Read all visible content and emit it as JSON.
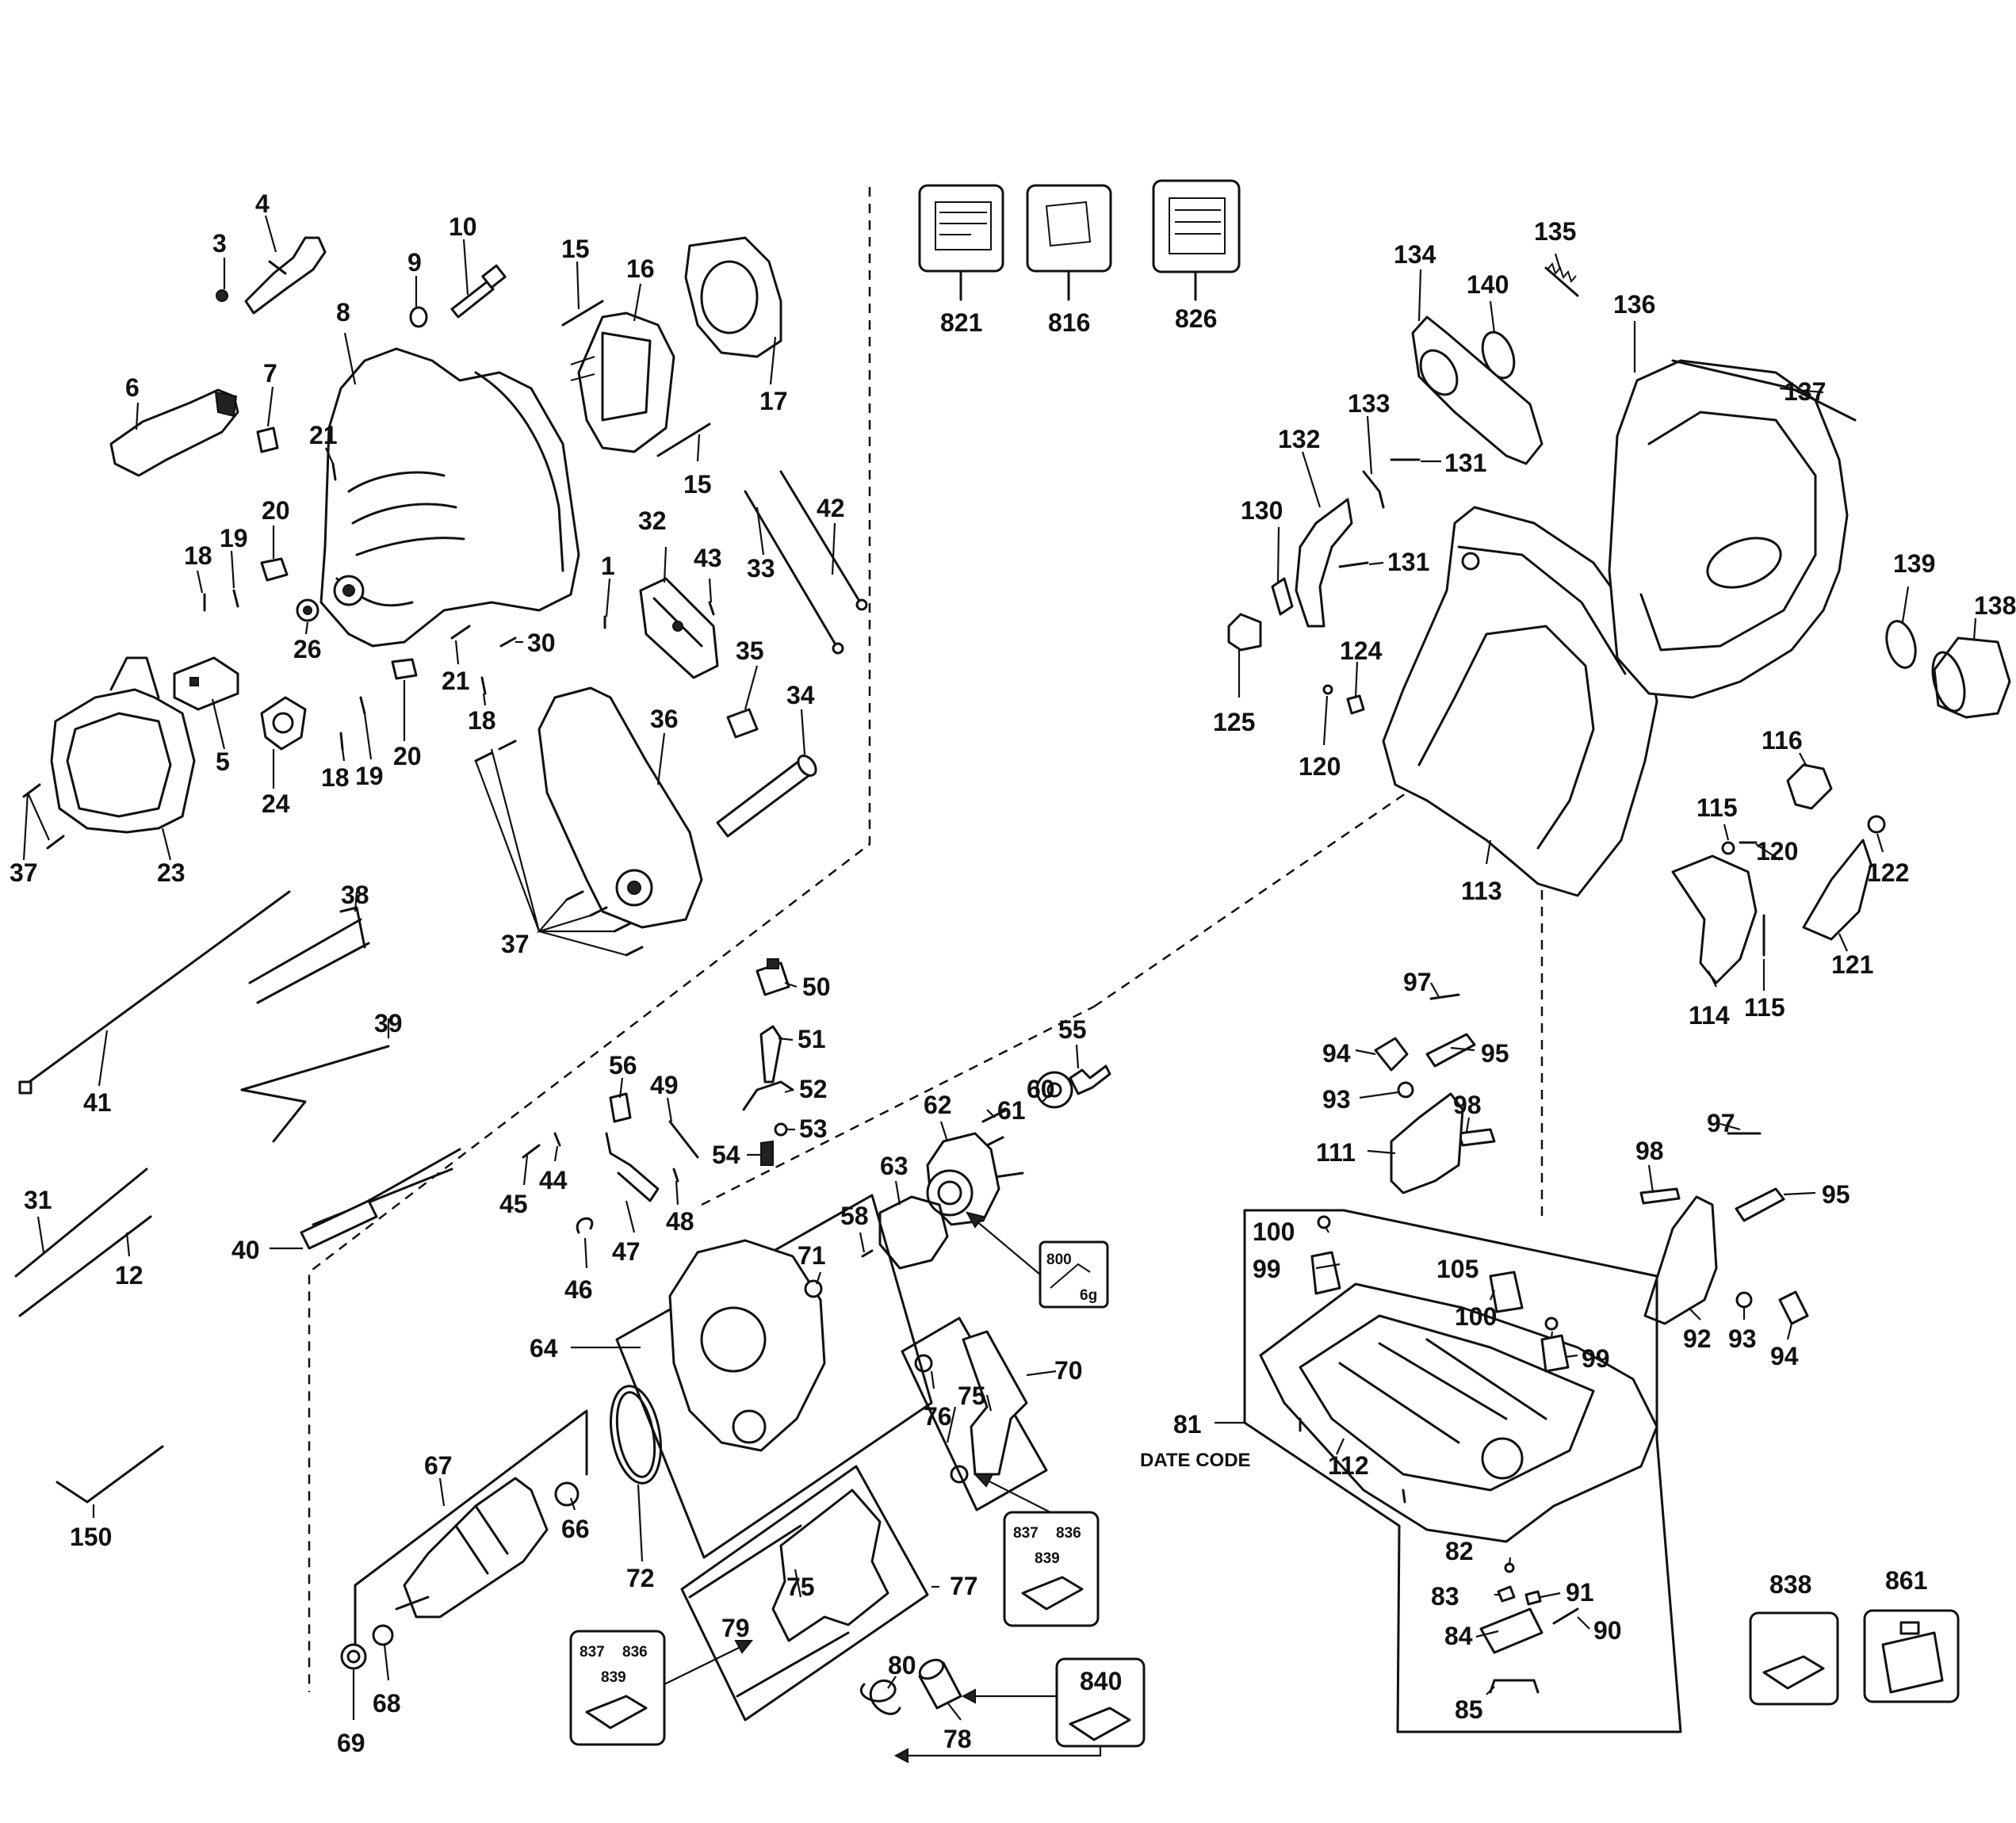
{
  "diagram": {
    "labels": {
      "p3": "3",
      "p4": "4",
      "p6": "6",
      "p7": "7",
      "p8": "8",
      "p9": "9",
      "p10": "10",
      "p15a": "15",
      "p15b": "15",
      "p16": "16",
      "p17": "17",
      "p18a": "18",
      "p18b": "18",
      "p18c": "18",
      "p19a": "19",
      "p19b": "19",
      "p20a": "20",
      "p20b": "20",
      "p21a": "21",
      "p21b": "21",
      "p1": "1",
      "p5": "5",
      "p23": "23",
      "p24": "24",
      "p26": "26",
      "p30": "30",
      "p32": "32",
      "p33": "33",
      "p34": "34",
      "p35": "35",
      "p36": "36",
      "p37a": "37",
      "p37b": "37",
      "p42": "42",
      "p43": "43",
      "p38": "38",
      "p39": "39",
      "p40": "40",
      "p41": "41",
      "p31": "31",
      "p12": "12",
      "p150": "150",
      "p44": "44",
      "p45": "45",
      "p46": "46",
      "p47": "47",
      "p48": "48",
      "p49": "49",
      "p50": "50",
      "p51": "51",
      "p52": "52",
      "p53": "53",
      "p54": "54",
      "p55": "55",
      "p56": "56",
      "p58": "58",
      "p60": "60",
      "p61": "61",
      "p62": "62",
      "p63": "63",
      "p64": "64",
      "p66": "66",
      "p67": "67",
      "p68": "68",
      "p69": "69",
      "p70": "70",
      "p71": "71",
      "p72": "72",
      "p75a": "75",
      "p75b": "75",
      "p76": "76",
      "p77": "77",
      "p78": "78",
      "p79": "79",
      "p80": "80",
      "p81": "81",
      "date_code": "DATE CODE",
      "p82": "82",
      "p83": "83",
      "p84": "84",
      "p85": "85",
      "p90": "90",
      "p91": "91",
      "p92": "92",
      "p93a": "93",
      "p93b": "93",
      "p94a": "94",
      "p94b": "94",
      "p95a": "95",
      "p95b": "95",
      "p97a": "97",
      "p97b": "97",
      "p98a": "98",
      "p98b": "98",
      "p99a": "99",
      "p99b": "99",
      "p100a": "100",
      "p100b": "100",
      "p105": "105",
      "p111": "111",
      "p112": "112",
      "p113": "113",
      "p114": "114",
      "p115a": "115",
      "p115b": "115",
      "p116": "116",
      "p120a": "120",
      "p120b": "120",
      "p121": "121",
      "p122": "122",
      "p124": "124",
      "p125": "125",
      "p130": "130",
      "p131a": "131",
      "p131b": "131",
      "p132": "132",
      "p133": "133",
      "p134": "134",
      "p135": "135",
      "p136": "136",
      "p137": "137",
      "p138": "138",
      "p139": "139",
      "p140": "140",
      "p821": "821",
      "p816": "816",
      "p826": "826",
      "p838": "838",
      "p861": "861",
      "k800": "800",
      "k800g": "6g",
      "k837a": "837",
      "k836a": "836",
      "k839a": "839",
      "k837b": "837",
      "k836b": "836",
      "k839b": "839",
      "k840": "840"
    }
  }
}
